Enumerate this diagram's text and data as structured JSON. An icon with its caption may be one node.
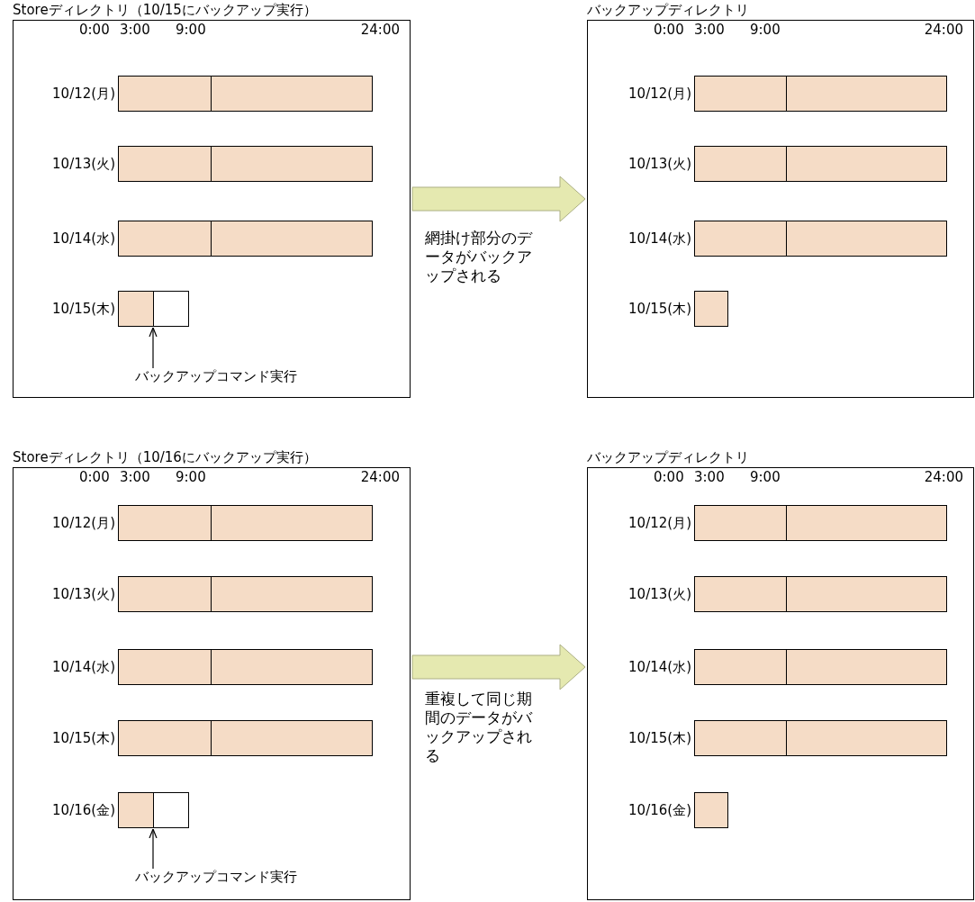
{
  "diagram": {
    "nodes": [
      {
        "text": [
          "Storeディレクトリ（10/15にバックアップ実行）"
        ]
      },
      {
        "text": [],
        "shape": "bar",
        "in": 0,
        "beside": [
          "10/12(月)"
        ]
      },
      {
        "text": [],
        "shape": "bar",
        "in": 0,
        "beside": [
          "10/13(火)"
        ]
      },
      {
        "text": [],
        "shape": "bar",
        "in": 0,
        "beside": [
          "10/14(水)"
        ]
      },
      {
        "text": [],
        "shape": "bar",
        "in": 0,
        "beside": [
          "10/15(木)"
        ]
      },
      {
        "text": [
          "バックアップコマンド実行"
        ],
        "in": 0
      },
      {
        "text": [
          "バックアップディレクトリ"
        ]
      },
      {
        "text": [],
        "shape": "bar",
        "in": 6,
        "beside": [
          "10/12(月)"
        ]
      },
      {
        "text": [],
        "shape": "bar",
        "in": 6,
        "beside": [
          "10/13(火)"
        ]
      },
      {
        "text": [],
        "shape": "bar",
        "in": 6,
        "beside": [
          "10/14(水)"
        ]
      },
      {
        "text": [],
        "shape": "bar",
        "in": 6,
        "beside": [
          "10/15(木)"
        ]
      },
      {
        "text": [
          "Storeディレクトリ（10/16にバックアップ実行）"
        ]
      },
      {
        "text": [],
        "shape": "bar",
        "in": 11,
        "beside": [
          "10/12(月)"
        ]
      },
      {
        "text": [],
        "shape": "bar",
        "in": 11,
        "beside": [
          "10/13(火)"
        ]
      },
      {
        "text": [],
        "shape": "bar",
        "in": 11,
        "beside": [
          "10/14(水)"
        ]
      },
      {
        "text": [],
        "shape": "bar",
        "in": 11,
        "beside": [
          "10/15(木)"
        ]
      },
      {
        "text": [],
        "shape": "bar",
        "in": 11,
        "beside": [
          "10/16(金)"
        ]
      },
      {
        "text": [
          "バックアップコマンド実行"
        ],
        "in": 11
      },
      {
        "text": [
          "バックアップディレクトリ"
        ]
      },
      {
        "text": [],
        "shape": "bar",
        "in": 18,
        "beside": [
          "10/12(月)"
        ]
      },
      {
        "text": [],
        "shape": "bar",
        "in": 18,
        "beside": [
          "10/13(火)"
        ]
      },
      {
        "text": [],
        "shape": "bar",
        "in": 18,
        "beside": [
          "10/14(水)"
        ]
      },
      {
        "text": [],
        "shape": "bar",
        "in": 18,
        "beside": [
          "10/15(木)"
        ]
      },
      {
        "text": [],
        "shape": "bar",
        "in": 18,
        "beside": [
          "10/16(金)"
        ]
      }
    ],
    "edges": [
      {
        "from": 5,
        "to": 4,
        "arrow": "to"
      },
      {
        "from": 0,
        "to": 6,
        "arrow": "to",
        "label": "網掛け部分のデータがバックアップされる",
        "style": "thick",
        "color": "#e5e9b0"
      },
      {
        "from": 17,
        "to": 16,
        "arrow": "to"
      },
      {
        "from": 11,
        "to": 18,
        "arrow": "to",
        "label": "重複して同じ期間のデータがバックアップされる",
        "style": "thick",
        "color": "#e5e9b0"
      }
    ],
    "labels": [
      "0:00",
      "3:00",
      "9:00",
      "24:00",
      "0:00",
      "3:00",
      "9:00",
      "24:00",
      "0:00",
      "3:00",
      "9:00",
      "24:00",
      "0:00",
      "3:00",
      "9:00",
      "24:00"
    ]
  }
}
